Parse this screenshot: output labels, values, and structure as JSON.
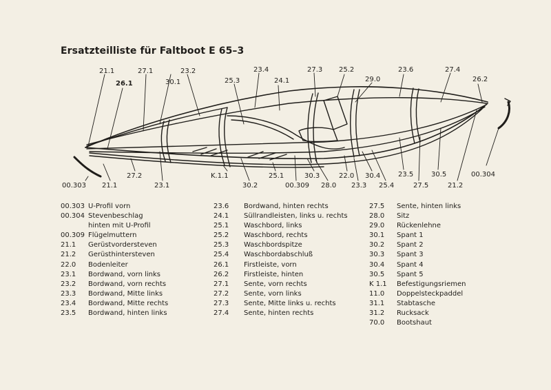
{
  "title": "Ersatzteilliste für Faltboot E 65–3",
  "callouts": {
    "c21_1_top": "21.1",
    "c27_1": "27.1",
    "c23_2": "23.2",
    "c26_1": "26.1",
    "c30_1": "30.1",
    "c25_3": "25.3",
    "c23_4": "23.4",
    "c24_1": "24.1",
    "c27_3": "27.3",
    "c25_2": "25.2",
    "c29_0": "29.0",
    "c23_6": "23.6",
    "c27_4": "27.4",
    "c26_2": "26.2",
    "c00_303": "00.303",
    "c21_1_bottom": "21.1",
    "c27_2": "27.2",
    "c23_1": "23.1",
    "k1_1": "K.1.1",
    "c30_2": "30.2",
    "c25_1": "25.1",
    "c00_309": "00.309",
    "c30_3": "30.3",
    "c28_0": "28.0",
    "c22_0": "22.0",
    "c23_3": "23.3",
    "c30_4": "30.4",
    "c25_4": "25.4",
    "c23_5": "23.5",
    "c27_5": "27.5",
    "c30_5": "30.5",
    "c21_2": "21.2",
    "c00_304": "00.304"
  },
  "parts_columns": [
    [
      {
        "code": "00.303",
        "name": "U-Profil vorn"
      },
      {
        "code": "00.304",
        "name": "Stevenbeschlag"
      },
      {
        "code": "",
        "name": "hinten mit U-Profil"
      },
      {
        "code": "00.309",
        "name": "Flügelmuttern"
      },
      {
        "code": "21.1",
        "name": "Gerüstvordersteven"
      },
      {
        "code": "21.2",
        "name": "Gerüsthintersteven"
      },
      {
        "code": "22.0",
        "name": "Bodenleiter"
      },
      {
        "code": "23.1",
        "name": "Bordwand, vorn links"
      },
      {
        "code": "23.2",
        "name": "Bordwand, vorn rechts"
      },
      {
        "code": "23.3",
        "name": "Bordwand, Mitte links"
      },
      {
        "code": "23.4",
        "name": "Bordwand, Mitte rechts"
      },
      {
        "code": "23.5",
        "name": "Bordwand, hinten links"
      }
    ],
    [
      {
        "code": "23.6",
        "name": "Bordwand, hinten rechts"
      },
      {
        "code": "24.1",
        "name": "Süllrandleisten, links u. rechts"
      },
      {
        "code": "25.1",
        "name": "Waschbord, links"
      },
      {
        "code": "25.2",
        "name": "Waschbord, rechts"
      },
      {
        "code": "25.3",
        "name": "Waschbordspitze"
      },
      {
        "code": "25.4",
        "name": "Waschbordabschluß"
      },
      {
        "code": "26.1",
        "name": "Firstleiste, vorn"
      },
      {
        "code": "26.2",
        "name": "Firstleiste, hinten"
      },
      {
        "code": "27.1",
        "name": "Sente, vorn rechts"
      },
      {
        "code": "27.2",
        "name": "Sente, vorn links"
      },
      {
        "code": "27.3",
        "name": "Sente, Mitte links u. rechts"
      },
      {
        "code": "27.4",
        "name": "Sente, hinten rechts"
      }
    ],
    [
      {
        "code": "27.5",
        "name": "Sente, hinten links"
      },
      {
        "code": "28.0",
        "name": "Sitz"
      },
      {
        "code": "29.0",
        "name": "Rückenlehne"
      },
      {
        "code": "30.1",
        "name": "Spant 1"
      },
      {
        "code": "30.2",
        "name": "Spant 2"
      },
      {
        "code": "30.3",
        "name": "Spant 3"
      },
      {
        "code": "30.4",
        "name": "Spant 4"
      },
      {
        "code": "30.5",
        "name": "Spant 5"
      },
      {
        "code": "K 1.1",
        "name": "Befestigungsriemen"
      },
      {
        "code": "11.0",
        "name": "Doppelsteckpaddel"
      },
      {
        "code": "31.1",
        "name": "Stabtasche"
      },
      {
        "code": "31.2",
        "name": "Rucksack"
      },
      {
        "code": "70.0",
        "name": "Bootshaut"
      }
    ]
  ]
}
